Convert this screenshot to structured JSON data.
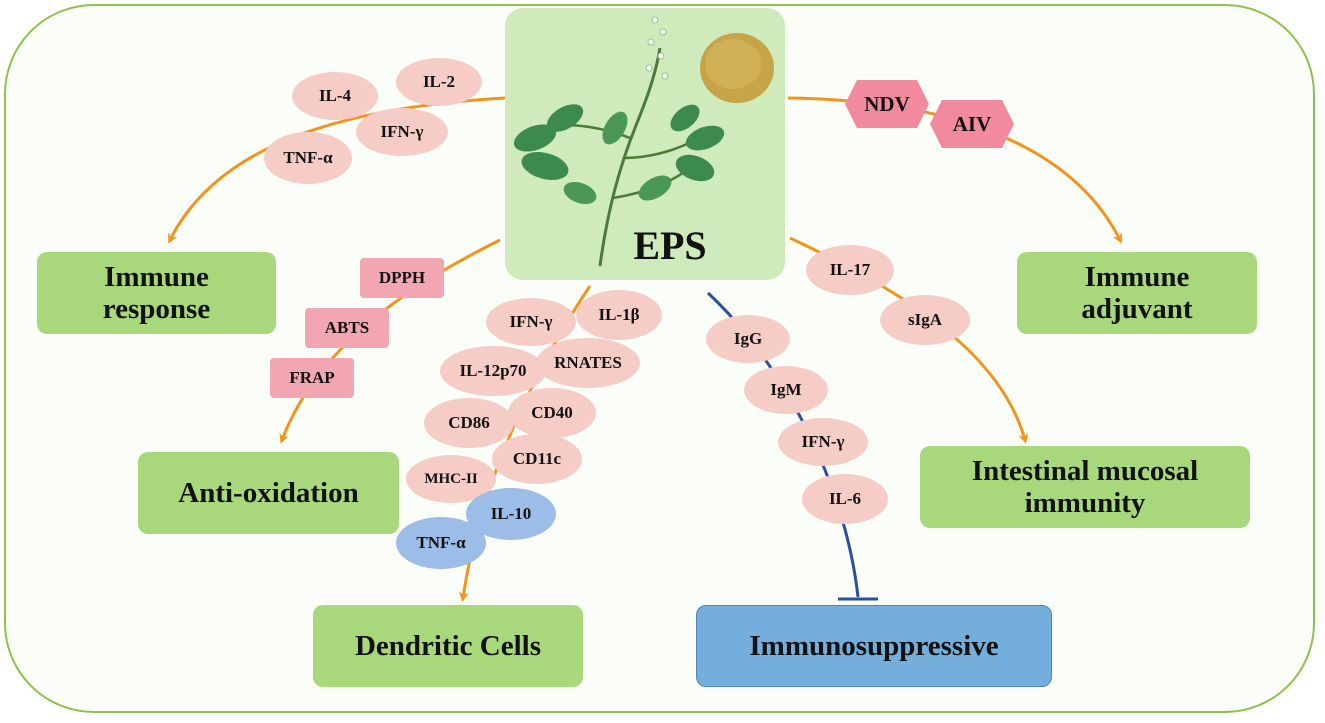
{
  "center": {
    "label": "EPS"
  },
  "outcomes": {
    "immune_response": "Immune response",
    "immune_adjuvant": "Immune adjuvant",
    "anti_oxidation": "Anti-oxidation",
    "dendritic_cells": "Dendritic Cells",
    "intestinal_mucosal_immunity": "Intestinal mucosal immunity",
    "immunosuppressive": "Immunosuppressive"
  },
  "immune_response_cytokines": [
    "IL-4",
    "IL-2",
    "IFN-γ",
    "TNF-α"
  ],
  "adjuvant_viruses": [
    "NDV",
    "AIV"
  ],
  "antioxidant_assays": [
    "DPPH",
    "ABTS",
    "FRAP"
  ],
  "dendritic_markers": [
    "IFN-γ",
    "IL-1β",
    "IL-12p70",
    "RNATES",
    "CD86",
    "CD40",
    "CD11c",
    "MHC-II",
    "IL-10",
    "TNF-α"
  ],
  "immunosuppressive_markers": [
    "IgG",
    "IgM",
    "IFN-γ",
    "IL-6"
  ],
  "mucosal_markers": [
    "IL-17",
    "sIgA"
  ],
  "colors": {
    "frame_border": "#8cc24a",
    "outcome_green": "#a9d77c",
    "outcome_blue": "#74aedc",
    "cytokine_pink": "#f6cdc6",
    "assay_pink": "#f2a6b2",
    "cytokine_blue": "#9cbde8",
    "arrow_orange": "#f0941e",
    "inhibit_blue": "#2b4f9c",
    "center_green": "#cfeabb"
  }
}
